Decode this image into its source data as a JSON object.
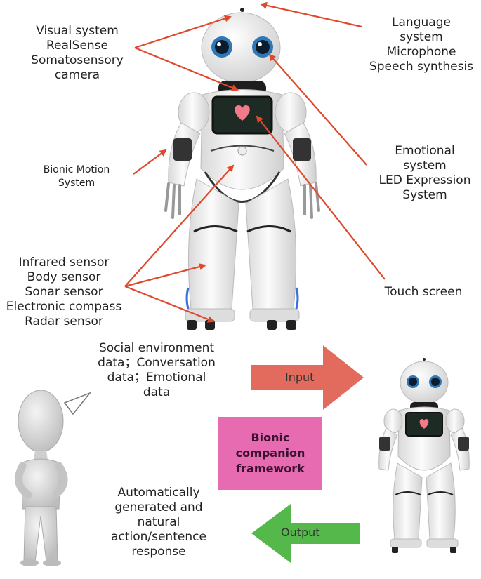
{
  "labels": {
    "visual_system": "Visual system\nRealSense\nSomatosensory\ncamera",
    "language_system": "Language\nsystem\nMicrophone\nSpeech synthesis",
    "bionic_motion": "Bionic Motion\nSystem",
    "emotional_system": "Emotional\nsystem\nLED Expression\nSystem",
    "sensors": "Infrared sensor\nBody sensor\nSonar sensor\nElectronic compass\nRadar sensor",
    "touch_screen": "Touch screen",
    "social_data": "Social environment\ndata；Conversation\ndata；Emotional\ndata",
    "input": "Input",
    "framework": "Bionic\ncompanion\nframework",
    "output": "Output",
    "response": "Automatically\ngenerated and\nnatural\naction/sentence\nresponse"
  },
  "colors": {
    "pointer": "#e0482c",
    "input_arrow": "#e36b5d",
    "output_arrow": "#54b84a",
    "framework_box": "#e66bb0",
    "robot_body": "#f2f2f2",
    "robot_eye": "#4aa3df",
    "screen": "#1e2a24",
    "heart": "#f27a8a"
  }
}
